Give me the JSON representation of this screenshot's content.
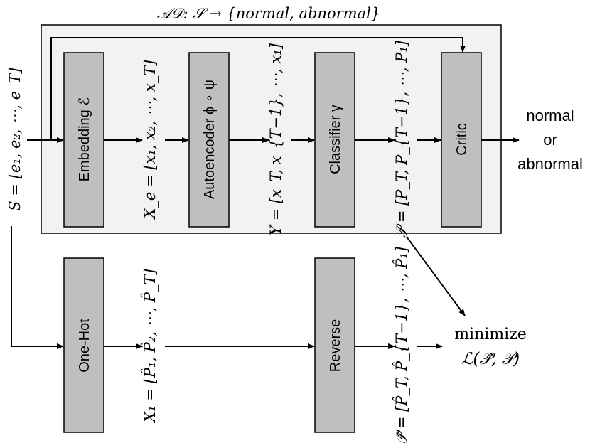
{
  "title": "𝒜𝒟: 𝒮 → {normal, abnormal}",
  "input_label": "S = [e₁, e₂, ⋯, e_T]",
  "blocks": {
    "embedding": "Embedding ℰ",
    "autoencoder": "Autoencoder ϕ ∘ ψ",
    "classifier": "Classifier γ",
    "critic": "Critic",
    "onehot": "One-Hot",
    "reverse": "Reverse"
  },
  "variables": {
    "xe": "X_e = [x₁, x₂, ⋯, x_T]",
    "y": "Y = [x_T, x_{T−1}, ⋯, x₁]",
    "p": "𝒫 = [P_T, P_{T−1}, ⋯, P₁]",
    "x1": "X₁ = [P̂₁, P̂₂, ⋯, P̂_T]",
    "phat": "𝒫̂ = [P̂_T, P̂_{T−1}, ⋯, P̂₁]",
    "phat_inline": "[P̂_T, P̂_{T−1}, ⋯, P̂₁]"
  },
  "output": {
    "line1": "normal",
    "line2": "or",
    "line3": "abnormal"
  },
  "loss": {
    "line1": "minimize",
    "line2": "ℒ(𝒫̂, 𝒫)"
  },
  "colors": {
    "panel_fill": "#f2f2f2",
    "block_fill": "#bfbfbf",
    "stroke": "#000000"
  }
}
